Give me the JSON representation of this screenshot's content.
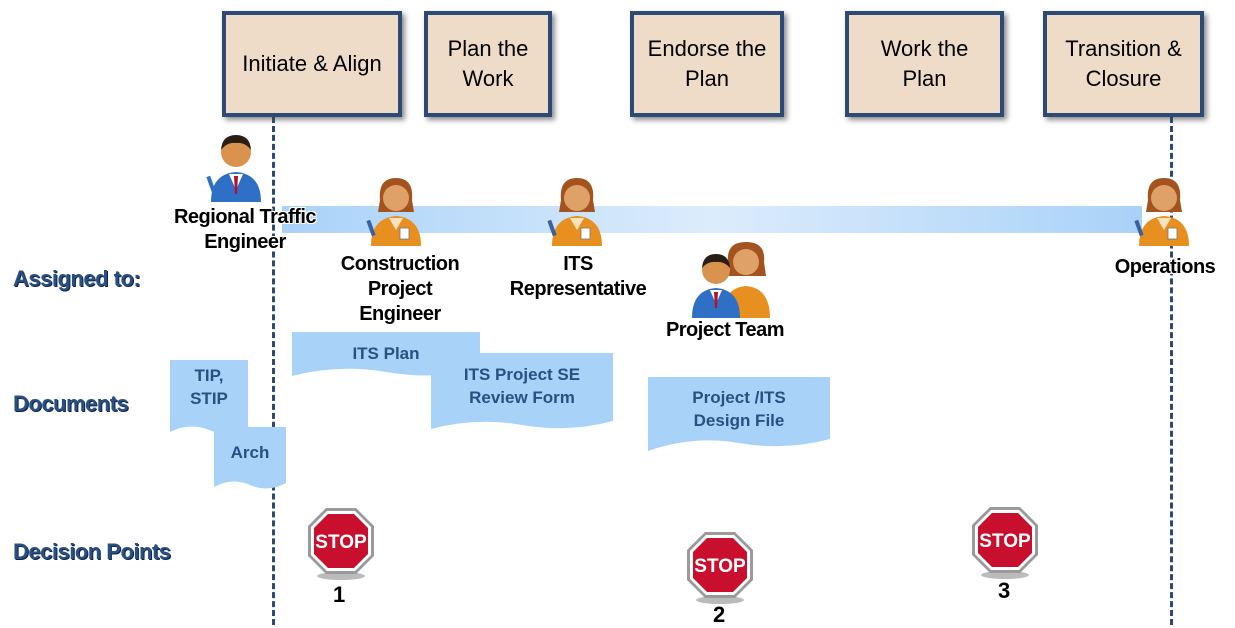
{
  "phases": [
    {
      "label": "Initiate & Align"
    },
    {
      "label": "Plan the\nWork"
    },
    {
      "label": "Endorse the\nPlan"
    },
    {
      "label": "Work the\nPlan"
    },
    {
      "label": "Transition &\nClosure"
    }
  ],
  "rows": {
    "assigned": "Assigned to:",
    "documents": "Documents",
    "decisions": "Decision Points"
  },
  "people": {
    "regional": "Regional Traffic\nEngineer",
    "construction": "Construction\nProject\nEngineer",
    "its_rep": "ITS\nRepresentative",
    "team": "Project Team",
    "operations": "Operations"
  },
  "documents": {
    "tip": "TIP,\nSTIP",
    "arch": "Arch",
    "its_plan": "ITS Plan",
    "se_form": "ITS Project SE\nReview Form",
    "design_file": "Project /ITS\nDesign File"
  },
  "stops": {
    "sign_text": "STOP",
    "items": [
      "1",
      "2",
      "3"
    ]
  },
  "colors": {
    "phase_fill": "#efdcc8",
    "phase_border": "#2c4a73",
    "label_blue": "#2a4f82",
    "doc_fill": "#a9d2f8",
    "stop_red": "#c8102e"
  }
}
